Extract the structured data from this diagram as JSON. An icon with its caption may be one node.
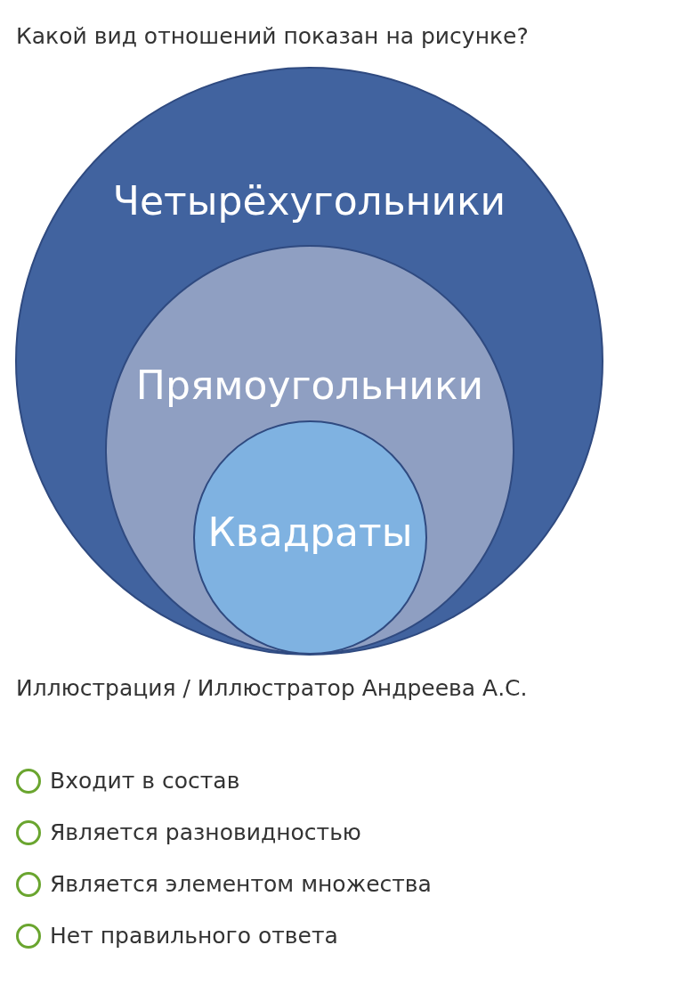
{
  "diagram": {
    "title": "Какой вид отношений показан на рисунке?",
    "nodes": [
      {
        "text": [
          "Четырёхугольники"
        ]
      },
      {
        "text": [
          "Прямоугольники"
        ],
        "in": 0
      },
      {
        "text": [
          "Квадраты"
        ],
        "in": 1
      }
    ],
    "labels": [
      "Иллюстрация / Иллюстратор Андреева А.С.",
      "Входит в состав",
      "Является разновидностью",
      "Является элементом множества",
      "Нет правильного ответа"
    ]
  }
}
